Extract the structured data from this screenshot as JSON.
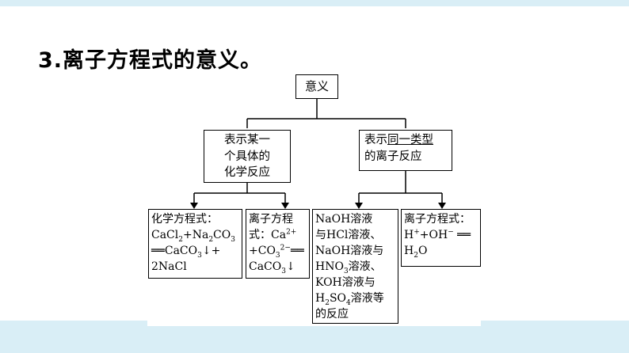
{
  "heading": "3.离子方程式的意义。",
  "root": "意义",
  "left_branch": [
    "表示某一",
    "个具体的",
    "化学反应"
  ],
  "right_branch": {
    "line1_pre": "表示",
    "line1_ul": "同一类型",
    "line2": "的离子反应"
  },
  "box_chem_eq": {
    "l1": "化学方程式：",
    "l2_a": "CaCl",
    "l2_b": "2",
    "l2_c": "+Na",
    "l2_d": "2",
    "l2_e": "CO",
    "l2_f": "3",
    "l3_a": "══CaCO",
    "l3_b": "3",
    "l3_c": "↓+",
    "l4": "2NaCl"
  },
  "box_ion_eq1": {
    "l1": "离子方程",
    "l2_a": "式：Ca",
    "l2_b": "2+",
    "l3_a": "+CO",
    "l3_b": "3",
    "l3_c": "2−",
    "l3_d": "══",
    "l4_a": "CaCO",
    "l4_b": "3",
    "l4_c": "↓"
  },
  "box_reactions": {
    "l1": "NaOH溶液",
    "l2": "与HCl溶液、",
    "l3": "NaOH溶液与",
    "l4_a": "HNO",
    "l4_b": "3",
    "l4_c": "溶液、",
    "l5": "KOH溶液与",
    "l6_a": "H",
    "l6_b": "2",
    "l6_c": "SO",
    "l6_d": "4",
    "l6_e": "溶液等",
    "l7": "的反应"
  },
  "box_ion_eq2": {
    "l1": "离子方程式：",
    "l2_a": "H",
    "l2_b": "+",
    "l2_c": "+OH",
    "l2_d": "−",
    "l2_e": " ══",
    "l3_a": "H",
    "l3_b": "2",
    "l3_c": "O"
  }
}
